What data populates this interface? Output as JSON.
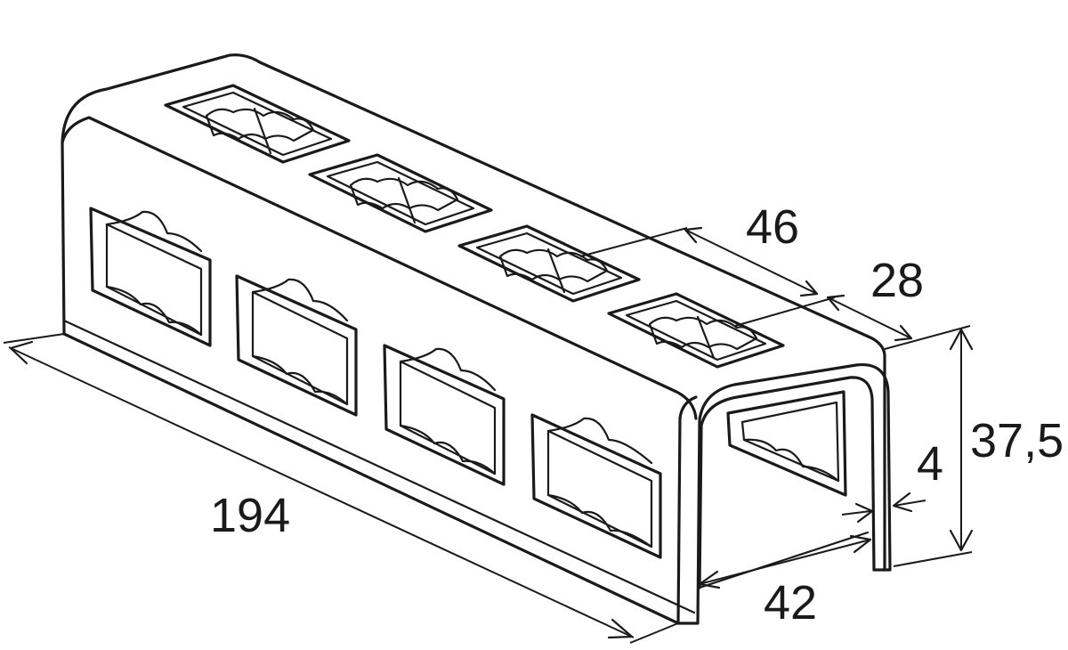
{
  "dimensions": {
    "length": "194",
    "hole_length": "46",
    "hole_pitch_offset": "28",
    "height": "37,5",
    "thickness": "4",
    "width": "42"
  },
  "colors": {
    "ink": "#1a1a1a",
    "background": "#ffffff"
  }
}
